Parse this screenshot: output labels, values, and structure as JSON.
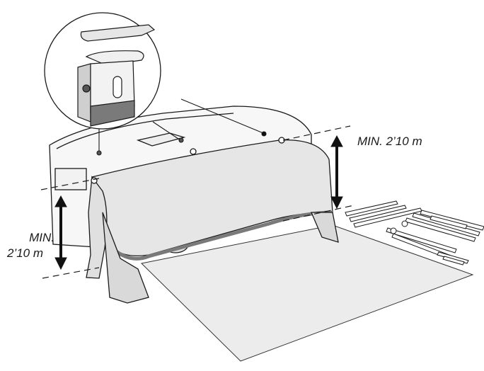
{
  "labels": {
    "right_height": "MIN. 2’10 m",
    "left_height_line1": "MIN.",
    "left_height_line2": "2’10 m"
  },
  "colors": {
    "outline": "#1a1a1a",
    "awning_fill": "#e6e6e6",
    "ground_fill": "#ececec",
    "caravan_fill": "#f7f7f7",
    "strap_fill": "#7a7a7a"
  }
}
